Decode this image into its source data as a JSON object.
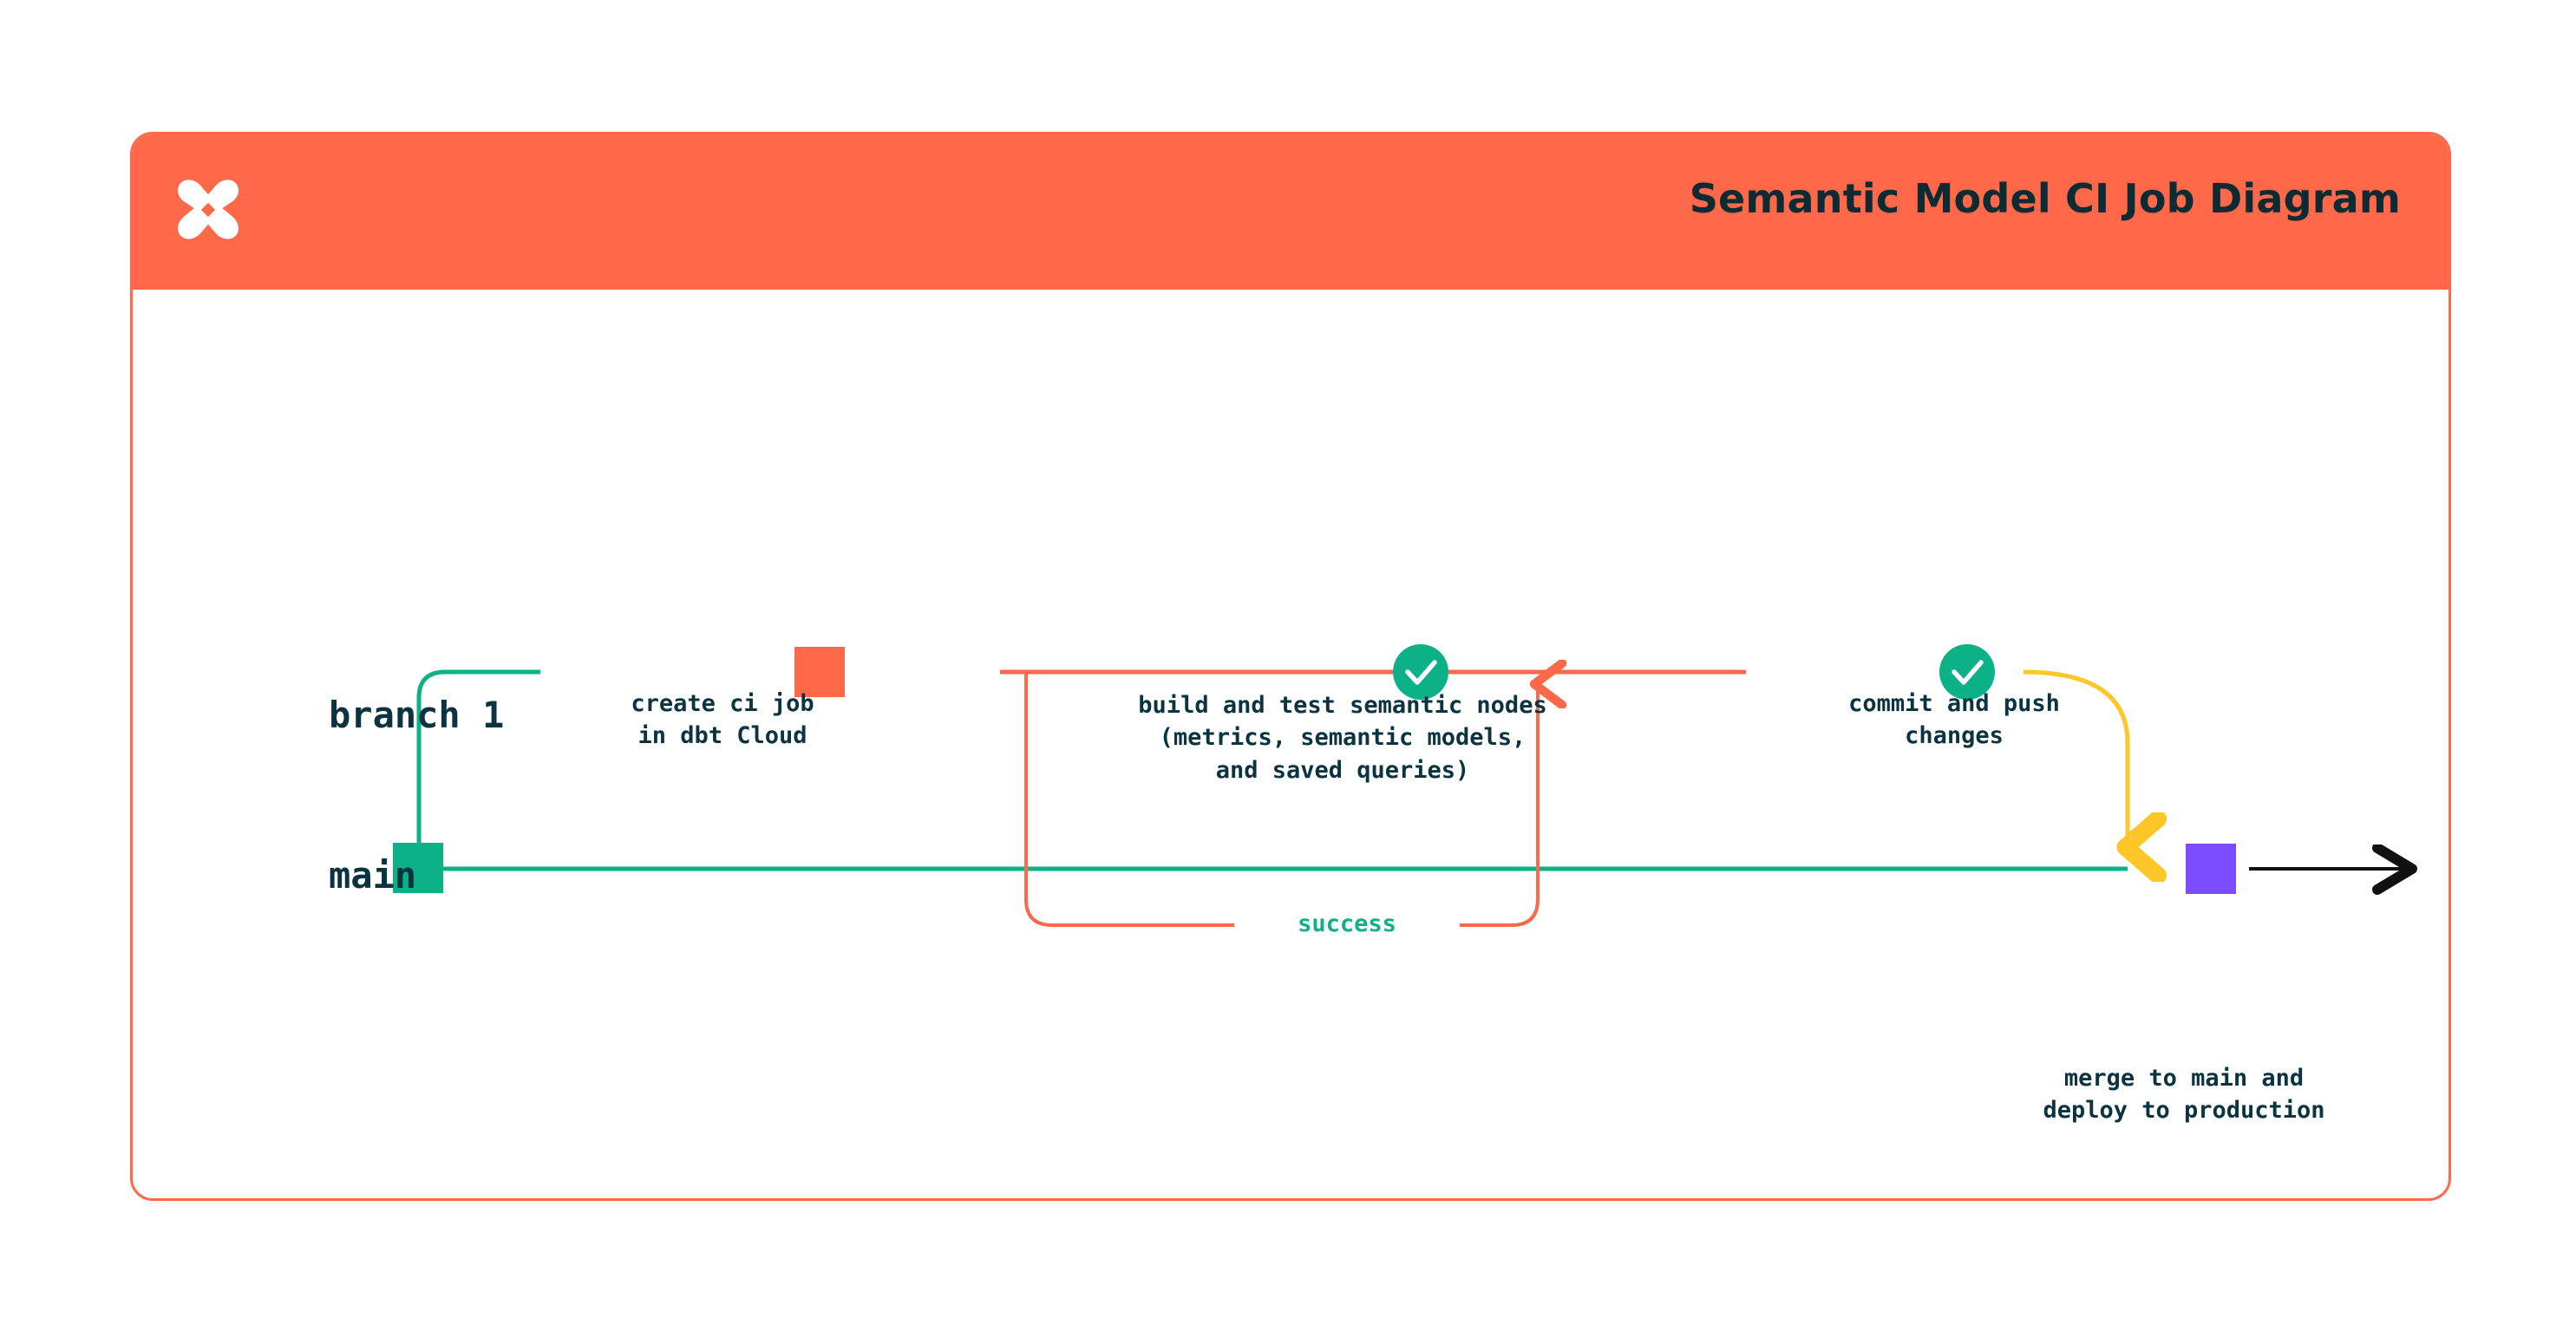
{
  "header": {
    "title": "Semantic Model CI Job Diagram",
    "logo_icon": "dbt-logo-icon",
    "background_color": "#FF6849"
  },
  "colors": {
    "card_border": "#FF6849",
    "header_bg": "#FF6849",
    "main_branch_line": "#0DB188",
    "branch_line": "#FF6849",
    "merge_line": "#FFC627",
    "text": "#0c3440",
    "success_text": "#0DB188",
    "node_create": "#FF6849",
    "node_main_start": "#0DB188",
    "node_merge": "#7C4DFF",
    "check_circle": "#0DB188",
    "deploy_arrow": "#111111"
  },
  "diagram": {
    "type": "git-branch-flow",
    "lanes": [
      {
        "id": "branch-1",
        "label": "branch 1"
      },
      {
        "id": "main",
        "label": "main"
      }
    ],
    "nodes": [
      {
        "id": "main-start",
        "lane": "main",
        "shape": "square",
        "color": "#0DB188",
        "caption": ""
      },
      {
        "id": "create-ci-job",
        "lane": "branch-1",
        "shape": "square",
        "color": "#FF6849",
        "caption_line_1": "create ci job",
        "caption_line_2": "in dbt Cloud"
      },
      {
        "id": "build-and-test",
        "lane": "branch-1",
        "shape": "check-circle",
        "color": "#0DB188",
        "icon": "check-icon",
        "caption_line_1": "build and test semantic nodes",
        "caption_line_2": "(metrics, semantic models,",
        "caption_line_3": "and saved queries)"
      },
      {
        "id": "commit-and-push",
        "lane": "branch-1",
        "shape": "check-circle",
        "color": "#0DB188",
        "icon": "check-icon",
        "caption_line_1": "commit and push",
        "caption_line_2": "changes"
      },
      {
        "id": "merge-to-main",
        "lane": "main",
        "shape": "square",
        "color": "#7C4DFF",
        "caption_line_1": "merge to main and",
        "caption_line_2": "deploy to production"
      }
    ],
    "edges": [
      {
        "id": "branch-off",
        "from": "main",
        "to": "branch-1",
        "color": "#0DB188"
      },
      {
        "id": "retry-loop",
        "label": "success",
        "color": "#FF6849",
        "label_color": "#0DB188"
      },
      {
        "id": "merge-down",
        "from": "branch-1",
        "to": "main",
        "color": "#FFC627",
        "arrow": true
      },
      {
        "id": "deploy",
        "from": "merge-to-main",
        "to": "production",
        "color": "#111111",
        "arrow": true
      }
    ]
  },
  "captions": {
    "create": "create ci job\nin dbt Cloud",
    "build": "build and test semantic nodes\n(metrics, semantic models,\nand saved queries)",
    "commit": "commit and push\nchanges",
    "merge": "merge to main and\ndeploy to production",
    "success": "success"
  }
}
